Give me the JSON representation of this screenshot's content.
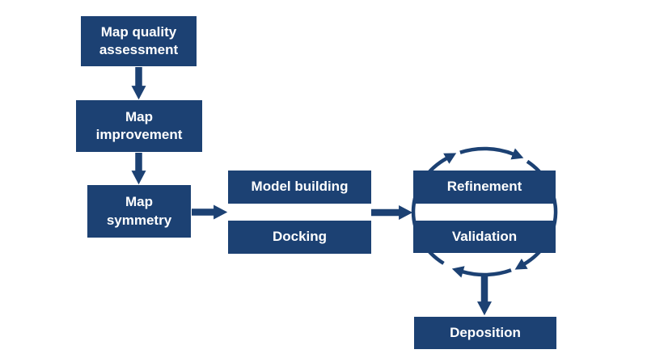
{
  "diagram": {
    "type": "flowchart",
    "background_color": "#ffffff",
    "accent_color": "#1c4173",
    "text_color": "#ffffff",
    "nodes": {
      "map_quality": {
        "label": "Map quality\nassessment"
      },
      "map_improvement": {
        "label": "Map\nimprovement"
      },
      "map_symmetry": {
        "label": "Map\nsymmetry"
      },
      "model_building": {
        "label": "Model building"
      },
      "docking": {
        "label": "Docking"
      },
      "refinement": {
        "label": "Refinement"
      },
      "validation": {
        "label": "Validation"
      },
      "deposition": {
        "label": "Deposition"
      }
    },
    "edges": [
      {
        "from": "map_quality",
        "to": "map_improvement",
        "direction": "down"
      },
      {
        "from": "map_improvement",
        "to": "map_symmetry",
        "direction": "down"
      },
      {
        "from": "map_symmetry",
        "to": "model_building_and_docking",
        "direction": "right"
      },
      {
        "from": "model_building_and_docking",
        "to": "refinement_and_validation",
        "direction": "right"
      },
      {
        "from": "refinement_and_validation",
        "to": "deposition",
        "direction": "down"
      }
    ],
    "cycle": {
      "around": [
        "refinement",
        "validation"
      ],
      "direction": "clockwise",
      "arrowhead_count": 4
    }
  }
}
